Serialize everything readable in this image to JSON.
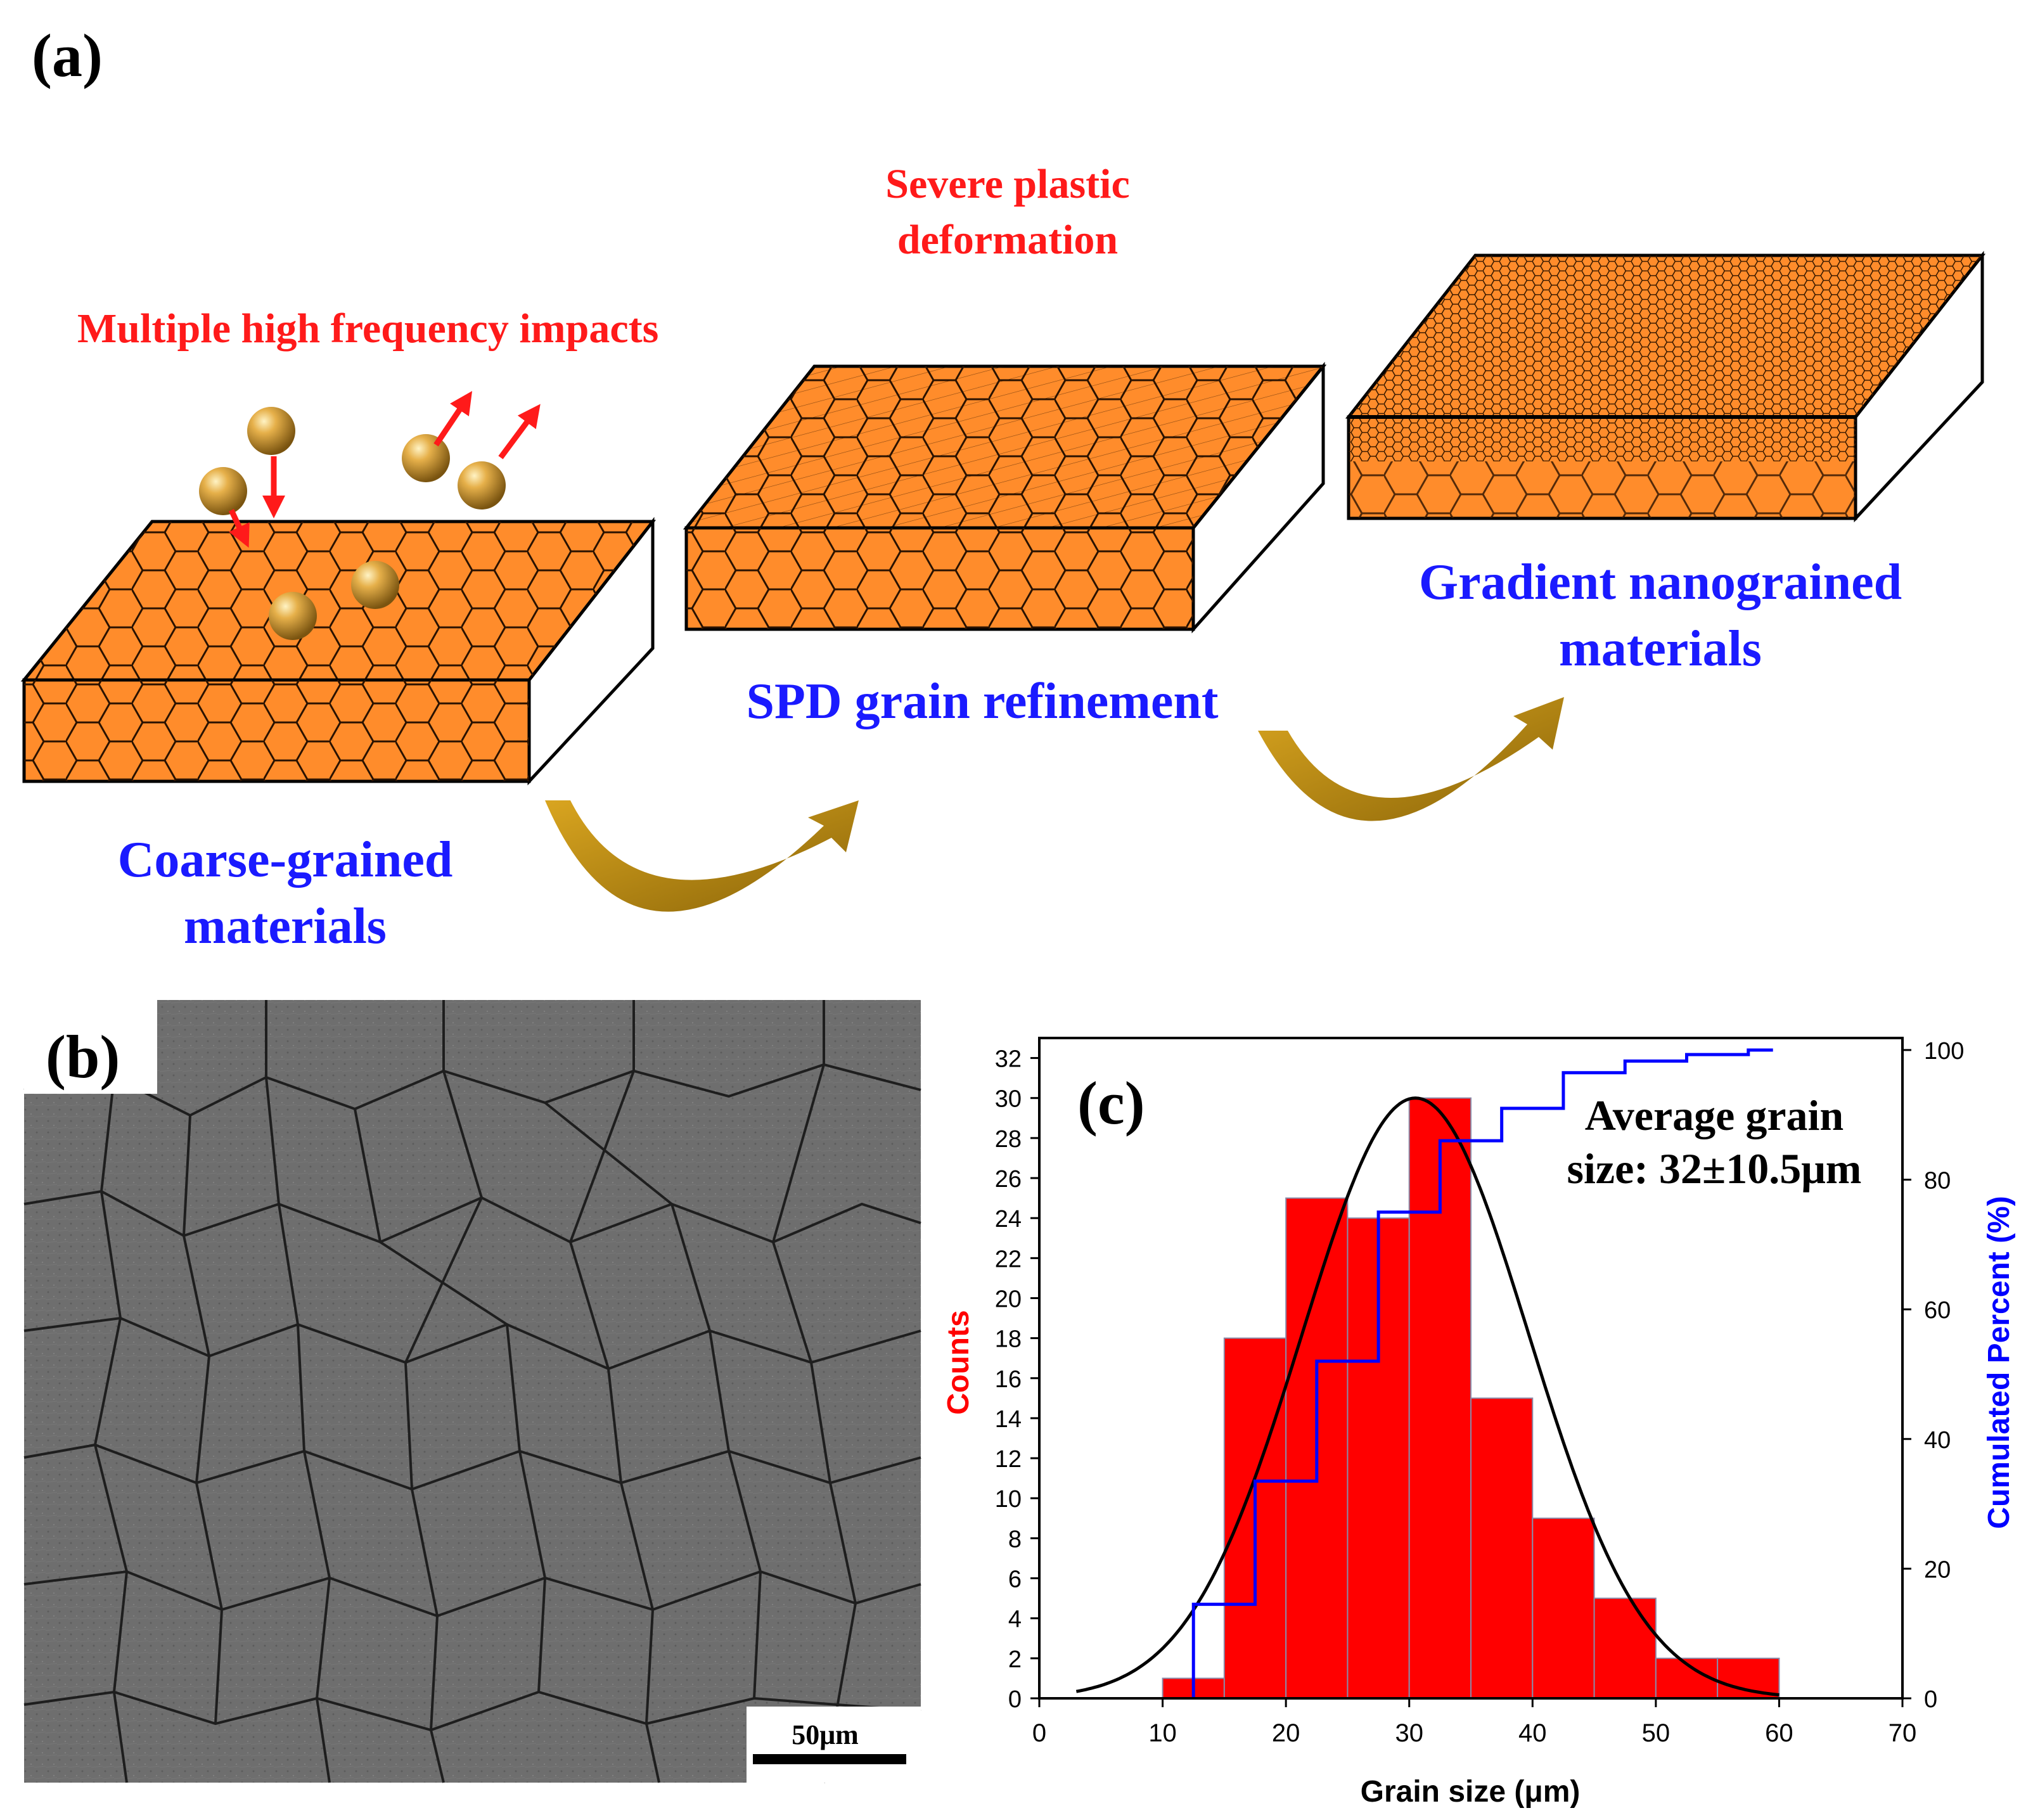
{
  "panel_a": {
    "panel_label": "(a)",
    "impact_label": "Multiple high frequency impacts",
    "spd_label_line1": "Severe plastic",
    "spd_label_line2": "deformation",
    "coarse_line1": "Coarse-grained",
    "coarse_line2": "materials",
    "refine_label": "SPD grain refinement",
    "gradient_line1": "Gradient nanograined",
    "gradient_line2": "materials",
    "colors": {
      "block_orange": "#ff8c2b",
      "red_text": "#ff1a1a",
      "blue_text": "#1a1aff",
      "arrow_gold": "#b8860b"
    }
  },
  "panel_b": {
    "panel_label": "(b)",
    "scale_bar": "50μm"
  },
  "chart_data": {
    "type": "bar",
    "panel_label": "(c)",
    "annotation_line1": "Average grain",
    "annotation_line2": "size: 32±10.5μm",
    "xlabel": "Grain size (μm)",
    "ylabel": "Counts",
    "y2label": "Cumulated Percent (%)",
    "xlim": [
      0,
      70
    ],
    "ylim": [
      0,
      33
    ],
    "y2lim": [
      0,
      100
    ],
    "x_ticks": [
      0,
      10,
      20,
      30,
      40,
      50,
      60,
      70
    ],
    "y_ticks": [
      0,
      2,
      4,
      6,
      8,
      10,
      12,
      14,
      16,
      18,
      20,
      22,
      24,
      26,
      28,
      30,
      32
    ],
    "y2_ticks": [
      0,
      20,
      40,
      60,
      80,
      100
    ],
    "bin_width": 5,
    "bins": [
      {
        "x0": 10,
        "count": 1
      },
      {
        "x0": 15,
        "count": 18
      },
      {
        "x0": 20,
        "count": 25
      },
      {
        "x0": 25,
        "count": 24
      },
      {
        "x0": 30,
        "count": 30
      },
      {
        "x0": 35,
        "count": 15
      },
      {
        "x0": 40,
        "count": 9
      },
      {
        "x0": 45,
        "count": 5
      },
      {
        "x0": 50,
        "count": 2
      },
      {
        "x0": 55,
        "count": 2
      }
    ],
    "cumulative_x": [
      12.5,
      17.5,
      22.5,
      27.5,
      32.5,
      37.5,
      42.5,
      47.5,
      52.5,
      57.5
    ],
    "cumulative_percent": [
      14.5,
      33.5,
      52,
      75,
      86,
      91,
      96.5,
      98.3,
      99.3,
      100
    ],
    "normal_fit": {
      "x_range": [
        3,
        60
      ],
      "peak_x": 30.5,
      "peak_count": 30
    },
    "colors": {
      "bars": "#ff0000",
      "cumulative": "#0000ff",
      "fit": "#000000",
      "ylabel": "#ff0000",
      "y2label": "#0000ff"
    }
  }
}
